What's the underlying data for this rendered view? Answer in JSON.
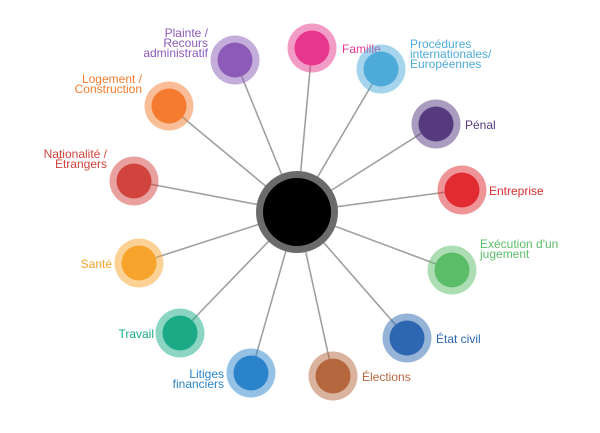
{
  "center_color": "#000000",
  "center_ring_color": "#6b6b6b",
  "edge_color": "#a0a0a0",
  "nodes": [
    {
      "label": [
        "Famille"
      ],
      "color": "#e8378f"
    },
    {
      "label": [
        "Procédures",
        "internationales/",
        "Européennes"
      ],
      "color": "#4eaad9"
    },
    {
      "label": [
        "Pénal"
      ],
      "color": "#56397f"
    },
    {
      "label": [
        "Entreprise"
      ],
      "color": "#e02c30"
    },
    {
      "label": [
        "Exécution d'un",
        "jugement"
      ],
      "color": "#5cbd68"
    },
    {
      "label": [
        "État civil"
      ],
      "color": "#2d67b2"
    },
    {
      "label": [
        "Élections"
      ],
      "color": "#b5673d"
    },
    {
      "label": [
        "Litiges",
        "financiers"
      ],
      "color": "#2b83cc"
    },
    {
      "label": [
        "Travail"
      ],
      "color": "#1aab86"
    },
    {
      "label": [
        "Santé"
      ],
      "color": "#f7a42c"
    },
    {
      "label": [
        "Nationalité /",
        "Étrangers"
      ],
      "color": "#d1443d"
    },
    {
      "label": [
        "Logement /",
        "Construction"
      ],
      "color": "#f47b2f"
    },
    {
      "label": [
        "Plainte /",
        "Recours",
        "administratif"
      ],
      "color": "#8c5bb7"
    }
  ]
}
